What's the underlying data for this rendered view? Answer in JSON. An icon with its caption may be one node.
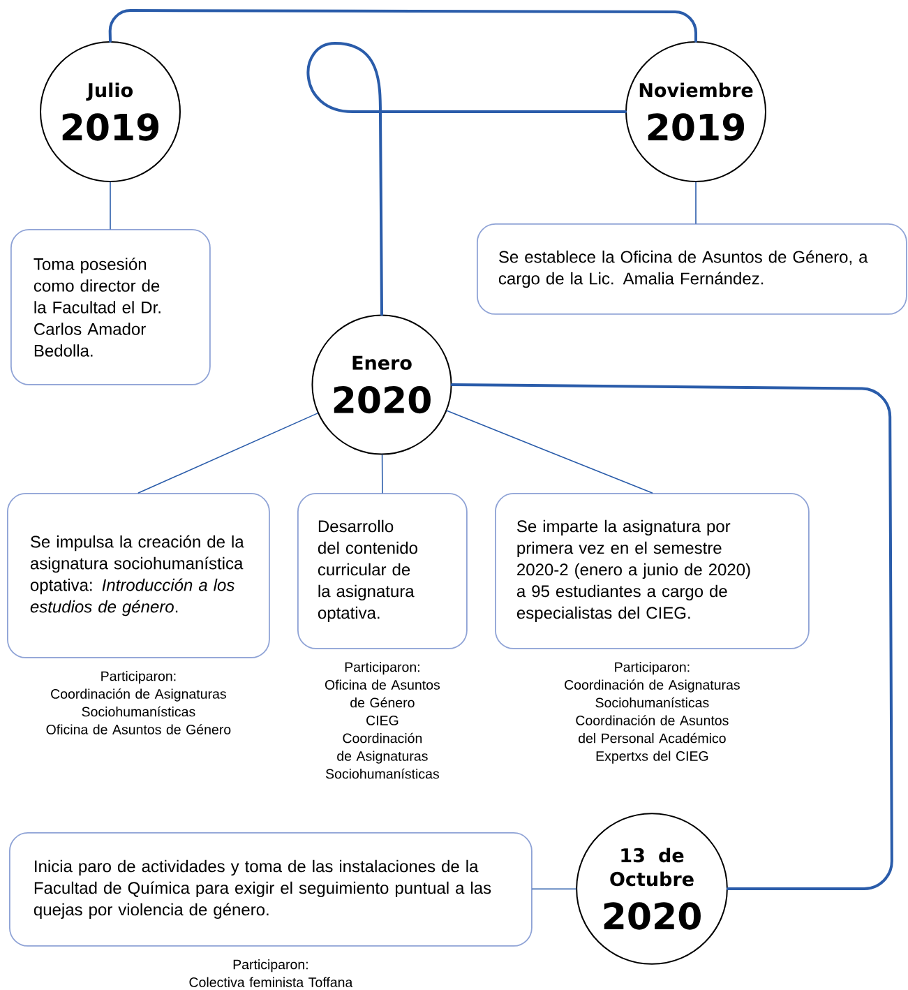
{
  "diagram": {
    "nodes": [
      {
        "text": [
          "Julio",
          "2019"
        ]
      },
      {
        "text": [
          "Toma posesión como director de la Facultad el Dr. Carlos Amador Bedolla."
        ]
      },
      {
        "text": [
          "Noviembre",
          "2019"
        ]
      },
      {
        "text": [
          "Se establece la Oficina de Asuntos de Género, a cargo de la Lic. Amalia Fernández."
        ]
      },
      {
        "text": [
          "Enero",
          "2020"
        ]
      },
      {
        "text": [
          "Se impulsa la creación de la asignatura sociohumanística optativa: *Introducción a los estudios de género*."
        ],
        "beside": [
          "Participaron:",
          "Coordinación de Asignaturas Sociohumanísticas",
          "Oficina de Asuntos de Género"
        ]
      },
      {
        "text": [
          "Desarrollo del contenido curricular de la asignatura optativa."
        ],
        "beside": [
          "Participaron:",
          "Oficina de Asuntos de Género",
          "CIEG",
          "Coordinación de Asignaturas Sociohumanísticas"
        ]
      },
      {
        "text": [
          "Se imparte la asignatura por primera vez en el semestre 2020-2 (enero a junio de 2020) a 95 estudiantes a cargo de especialistas del CIEG."
        ],
        "beside": [
          "Participaron:",
          "Coordinación de Asignaturas Sociohumanísticas",
          "Coordinación de Asuntos del Personal Académico",
          "Expertxs del CIEG"
        ]
      },
      {
        "text": [
          "13 de Octubre",
          "2020"
        ]
      },
      {
        "text": [
          "Inicia paro de actividades y toma de las instalaciones de la Facultad de Química para exigir el seguimiento puntual a las quejas por violencia de género."
        ],
        "beside": [
          "Participaron:",
          "Colectiva feminista Toffana"
        ]
      }
    ],
    "edges": [
      {
        "from": 0,
        "to": 1,
        "arrow": "none"
      },
      {
        "from": 0,
        "to": 2,
        "arrow": "none",
        "style": "thick"
      },
      {
        "from": 2,
        "to": 3,
        "arrow": "none"
      },
      {
        "from": 2,
        "to": 4,
        "arrow": "none",
        "style": "thick"
      },
      {
        "from": 4,
        "to": 5,
        "arrow": "none"
      },
      {
        "from": 4,
        "to": 6,
        "arrow": "none"
      },
      {
        "from": 4,
        "to": 7,
        "arrow": "none"
      },
      {
        "from": 4,
        "to": 8,
        "arrow": "none",
        "style": "thick"
      },
      {
        "from": 8,
        "to": 9,
        "arrow": "none"
      }
    ]
  }
}
